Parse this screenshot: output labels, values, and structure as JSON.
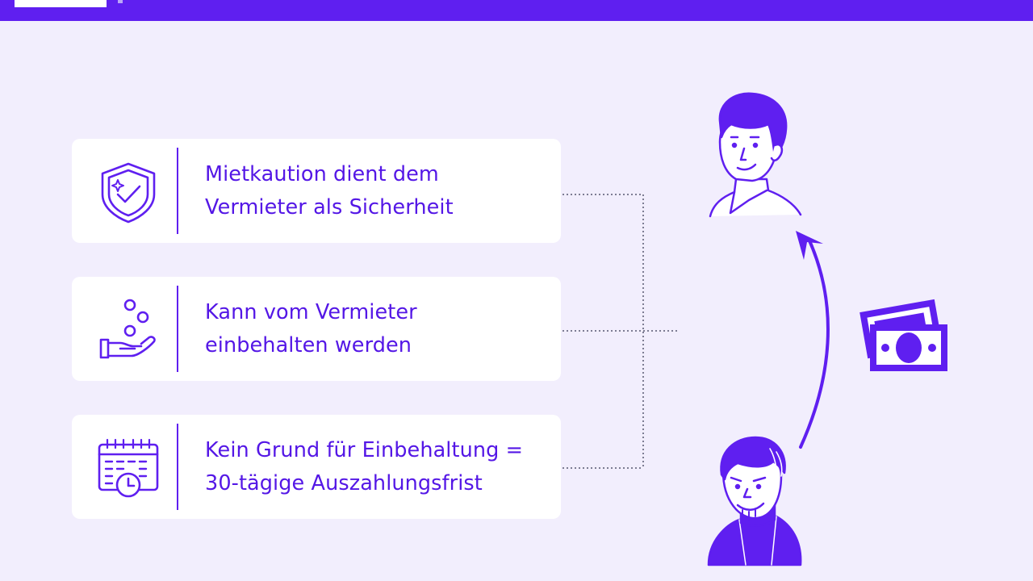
{
  "colors": {
    "background": "#f2eefd",
    "accent": "#5f1ff0",
    "text": "#5417e6",
    "card": "#ffffff"
  },
  "cards": [
    {
      "icon": "shield-check-icon",
      "line1": "Mietkaution dient dem",
      "line2": "Vermieter als Sicherheit"
    },
    {
      "icon": "coins-hand-icon",
      "line1": "Kann vom Vermieter",
      "line2": "einbehalten werden"
    },
    {
      "icon": "calendar-clock-icon",
      "line1": "Kein Grund für Einbehaltung =",
      "line2": "30-tägige Auszahlungsfrist"
    }
  ],
  "illustration": {
    "landlord": "landlord-avatar",
    "tenant": "tenant-avatar",
    "money": "money-bills-icon",
    "arrow": "payment-arrow"
  }
}
